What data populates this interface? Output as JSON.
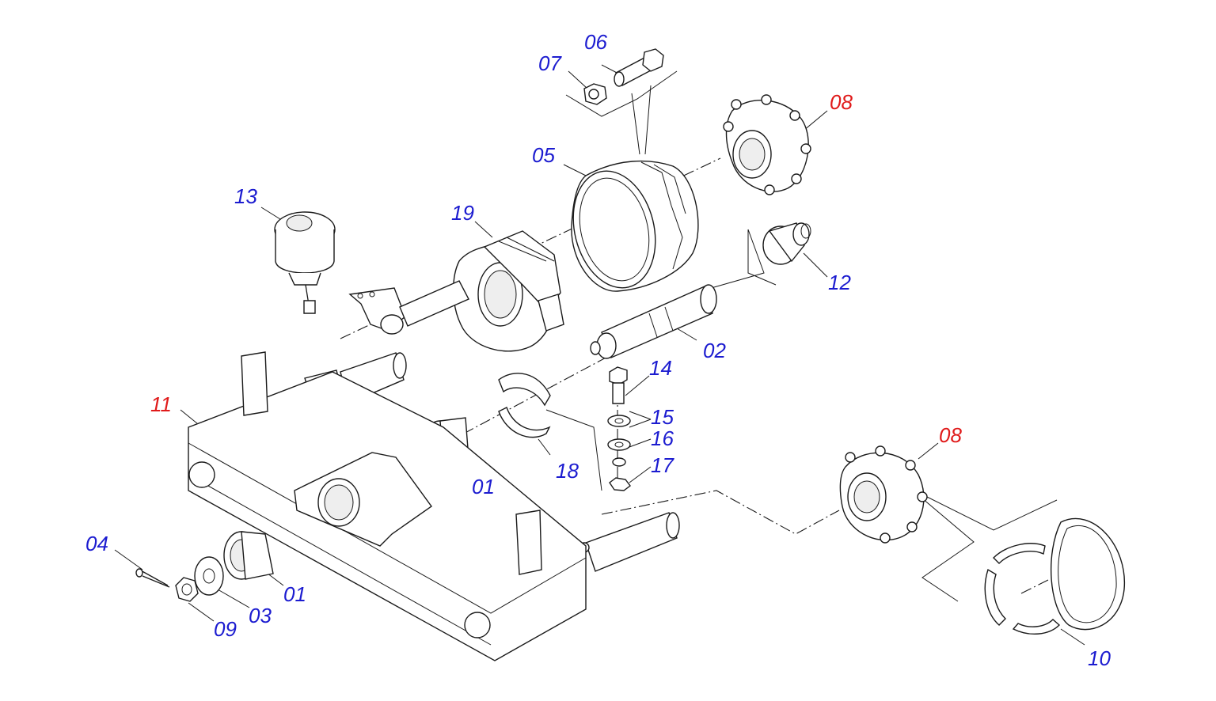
{
  "colors": {
    "blue": "#1c1cd0",
    "red": "#e01a1a",
    "ink": "#1a1a1a"
  },
  "callouts": {
    "c01a": {
      "text": "01",
      "color": "blue"
    },
    "c01b": {
      "text": "01",
      "color": "blue"
    },
    "c02": {
      "text": "02",
      "color": "blue"
    },
    "c03": {
      "text": "03",
      "color": "blue"
    },
    "c04": {
      "text": "04",
      "color": "blue"
    },
    "c05": {
      "text": "05",
      "color": "blue"
    },
    "c06": {
      "text": "06",
      "color": "blue"
    },
    "c07": {
      "text": "07",
      "color": "blue"
    },
    "c08a": {
      "text": "08",
      "color": "red"
    },
    "c08b": {
      "text": "08",
      "color": "red"
    },
    "c09": {
      "text": "09",
      "color": "blue"
    },
    "c10": {
      "text": "10",
      "color": "blue"
    },
    "c11": {
      "text": "11",
      "color": "red"
    },
    "c12": {
      "text": "12",
      "color": "blue"
    },
    "c13": {
      "text": "13",
      "color": "blue"
    },
    "c14": {
      "text": "14",
      "color": "blue"
    },
    "c15": {
      "text": "15",
      "color": "blue"
    },
    "c16": {
      "text": "16",
      "color": "blue"
    },
    "c17": {
      "text": "17",
      "color": "blue"
    },
    "c18": {
      "text": "18",
      "color": "blue"
    },
    "c19": {
      "text": "19",
      "color": "blue"
    }
  }
}
